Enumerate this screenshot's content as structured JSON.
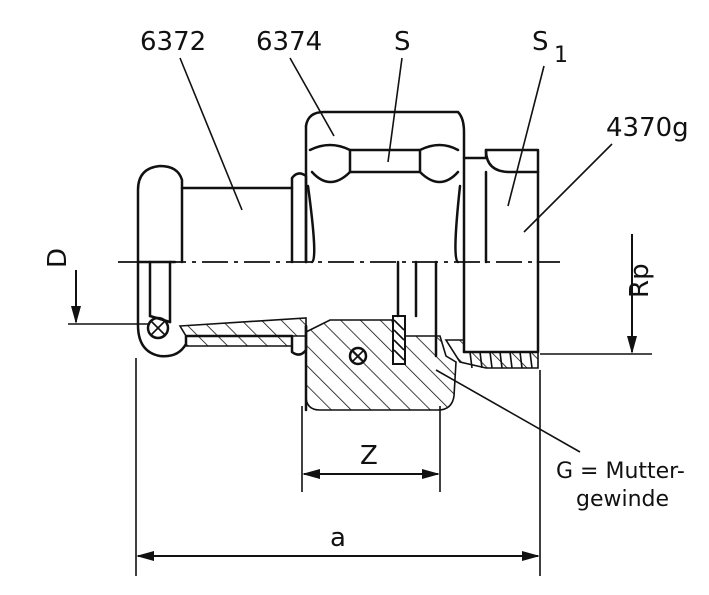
{
  "labels": {
    "part_6372": "6372",
    "part_6374": "6374",
    "part_s": "S",
    "part_s1_main": "S",
    "part_s1_sub": "1",
    "part_4370g": "4370g",
    "dim_d": "D",
    "dim_rp": "Rp",
    "dim_z": "Z",
    "dim_a": "a",
    "note_line1": "G = Mutter-",
    "note_line2": "gewinde"
  }
}
